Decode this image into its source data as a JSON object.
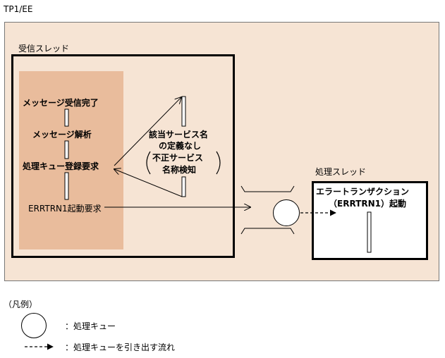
{
  "system_label": "TP1/EE",
  "receive_thread": {
    "title": "受信スレッド",
    "steps": [
      "メッセージ受信完了",
      "メッセージ解析",
      "処理キュー登録要求",
      "ERRTRN1起動要求"
    ],
    "side_note": {
      "line1": "該当サービス名",
      "line2": "の定義なし",
      "paren_line1": "不正サービス",
      "paren_line2": "名称検知"
    }
  },
  "process_thread": {
    "title": "処理スレッド",
    "line1": "エラートランザクション",
    "line2": "（ERRTRN1）起動"
  },
  "legend": {
    "title": "（凡例）",
    "queue": "：処理キュー",
    "flow": "：処理キューを引き出す流れ"
  },
  "colors": {
    "outer_fill": "#f6e4d4",
    "inner_fill": "#e9bc9c",
    "border": "#000000"
  }
}
